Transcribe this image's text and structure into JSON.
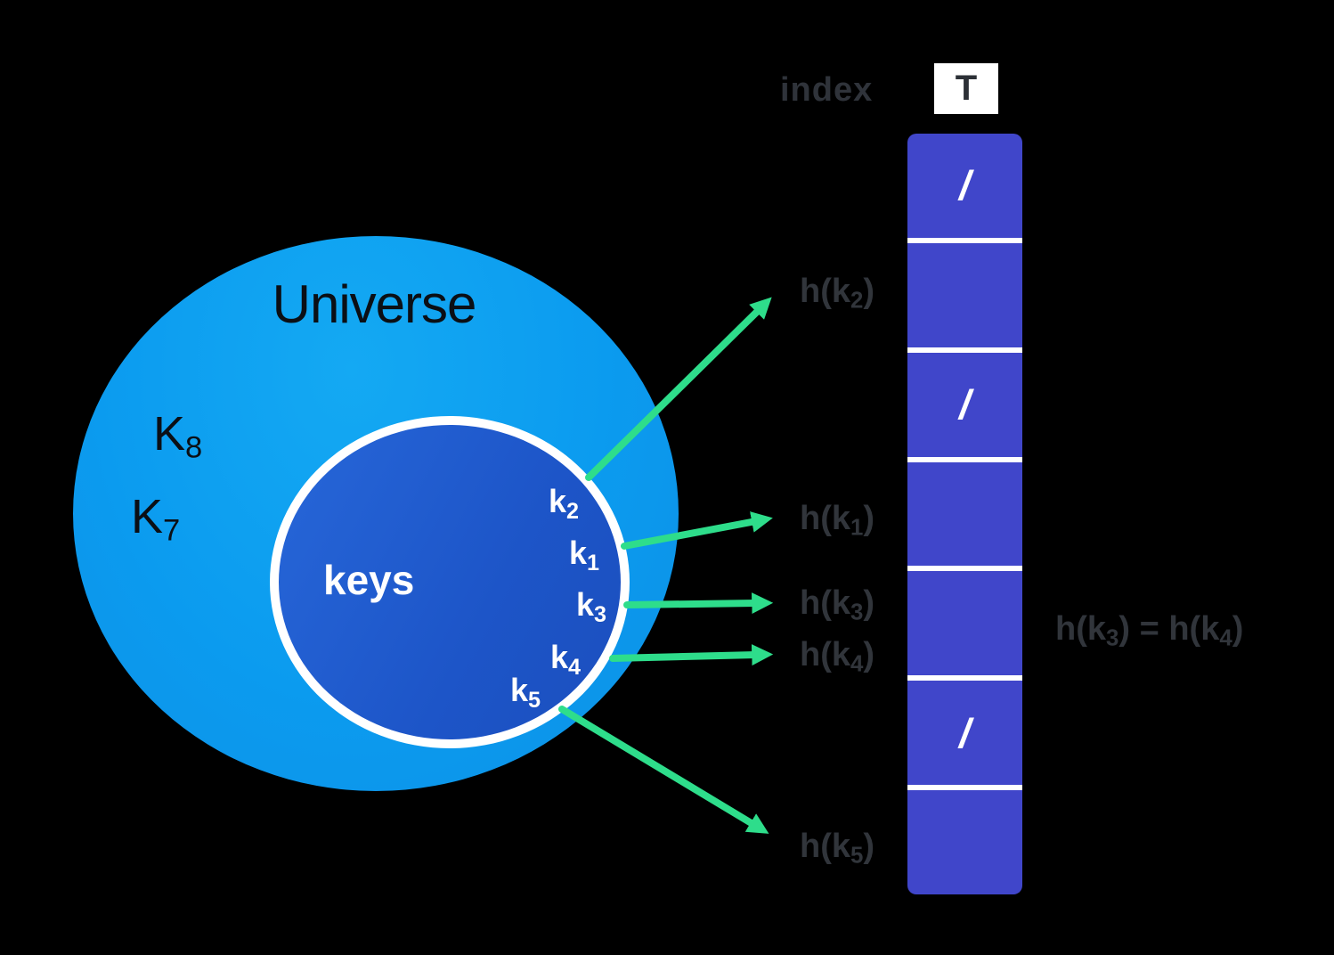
{
  "colors": {
    "background": "#000000",
    "universe_fill": "#0d9ff0",
    "keys_fill": "#2063d4",
    "keys_border": "#ffffff",
    "table_cell": "#4046ca",
    "arrow_green": "#2edd8b",
    "muted_label": "#31353b"
  },
  "universe": {
    "label": "Universe",
    "outside_keys": [
      {
        "base": "K",
        "sub": "8"
      },
      {
        "base": "K",
        "sub": "7"
      }
    ],
    "keys_set_label": "keys",
    "keys": [
      {
        "base": "k",
        "sub": "2"
      },
      {
        "base": "k",
        "sub": "1"
      },
      {
        "base": "k",
        "sub": "3"
      },
      {
        "base": "k",
        "sub": "4"
      },
      {
        "base": "k",
        "sub": "5"
      }
    ]
  },
  "hash_labels": [
    {
      "pre": "h(k",
      "sub": "2",
      "post": ")"
    },
    {
      "pre": "h(k",
      "sub": "1",
      "post": ")"
    },
    {
      "pre": "h(k",
      "sub": "3",
      "post": ")"
    },
    {
      "pre": "h(k",
      "sub": "4",
      "post": ")"
    },
    {
      "pre": "h(k",
      "sub": "5",
      "post": ")"
    }
  ],
  "table": {
    "index_label": "index",
    "title": "T",
    "slots": [
      "/",
      "",
      "/",
      "",
      "",
      "/",
      ""
    ]
  },
  "collision_note": {
    "pre": "h(k",
    "sub1": "3",
    "mid": ") = h(k",
    "sub2": "4",
    "post": ")"
  }
}
